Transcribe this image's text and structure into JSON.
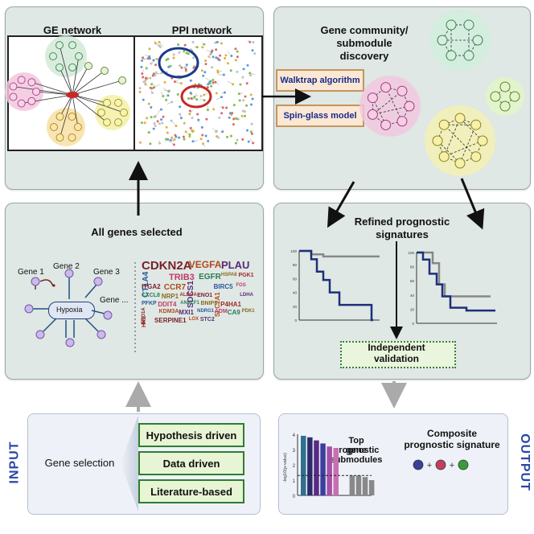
{
  "top_left": {
    "ge_title": "GE network",
    "ppi_title": "PPI  network"
  },
  "top_right": {
    "title_line1": "Gene community/",
    "title_line2": "submodule",
    "title_line3": "discovery",
    "walktrap": "Walktrap algorithm",
    "spinglass": "Spin-glass model"
  },
  "middle_left": {
    "title": "All genes selected",
    "gene1": "Gene 1",
    "gene2": "Gene 2",
    "gene3": "Gene 3",
    "gene_more": "Gene ...",
    "hypoxia": "Hypoxia",
    "words": [
      "CDKN2A",
      "VEGFA",
      "PLAU",
      "CTLA4",
      "TRIB3",
      "EGFR",
      "HSPA8",
      "PGK1",
      "ITGA2",
      "CCR7",
      "SOCS1",
      "BIRC5",
      "FOS",
      "CXCL8",
      "NRP1",
      "ALDOA",
      "ENO1",
      "SLC2A1",
      "LDHA",
      "PFKP",
      "DDIT4",
      "ANKZF1",
      "BNIP3",
      "P4HA1",
      "ERO1A",
      "KDM3A",
      "MXI1",
      "NDRG1",
      "ADM",
      "CA9",
      "PDK1",
      "HK2",
      "SERPINE1",
      "LOX",
      "STC2"
    ]
  },
  "middle_right": {
    "title_line1": "Refined prognostic",
    "title_line2": "signatures",
    "validation_line1": "Independent",
    "validation_line2": "validation",
    "km_ticks": [
      "100",
      "80",
      "60",
      "40",
      "20",
      "0"
    ]
  },
  "input": {
    "side_label": "INPUT",
    "gene_selection": "Gene selection",
    "options": [
      "Hypothesis driven",
      "Data driven",
      "Literature-based"
    ]
  },
  "output": {
    "side_label": "OUTPUT",
    "top_line1": "Top prognostic",
    "top_line2": "gene",
    "top_line3": "submodules",
    "composite_line1": "Composite",
    "composite_line2": "prognostic signature",
    "yaxis_label": "-log10(p-value)",
    "yticks": [
      "4",
      "3",
      "2",
      "1",
      "0"
    ],
    "plus": "+",
    "dot_colors": [
      "#3b3f9c",
      "#c0405e",
      "#3a9a3a"
    ]
  },
  "chart_data": {
    "type": "bar",
    "ylabel": "-log10(p-value)",
    "ylim": [
      0,
      4
    ],
    "values": [
      3.9,
      3.8,
      3.6,
      3.4,
      3.2,
      3.1,
      1.3,
      1.3,
      1.2,
      1.0
    ],
    "colors": [
      "#2f6f8f",
      "#2d2a6b",
      "#5b2a86",
      "#3b3f9c",
      "#a84fa8",
      "#c86fb0",
      "#888888",
      "#888888",
      "#888888",
      "#888888"
    ],
    "threshold": 1.3
  }
}
